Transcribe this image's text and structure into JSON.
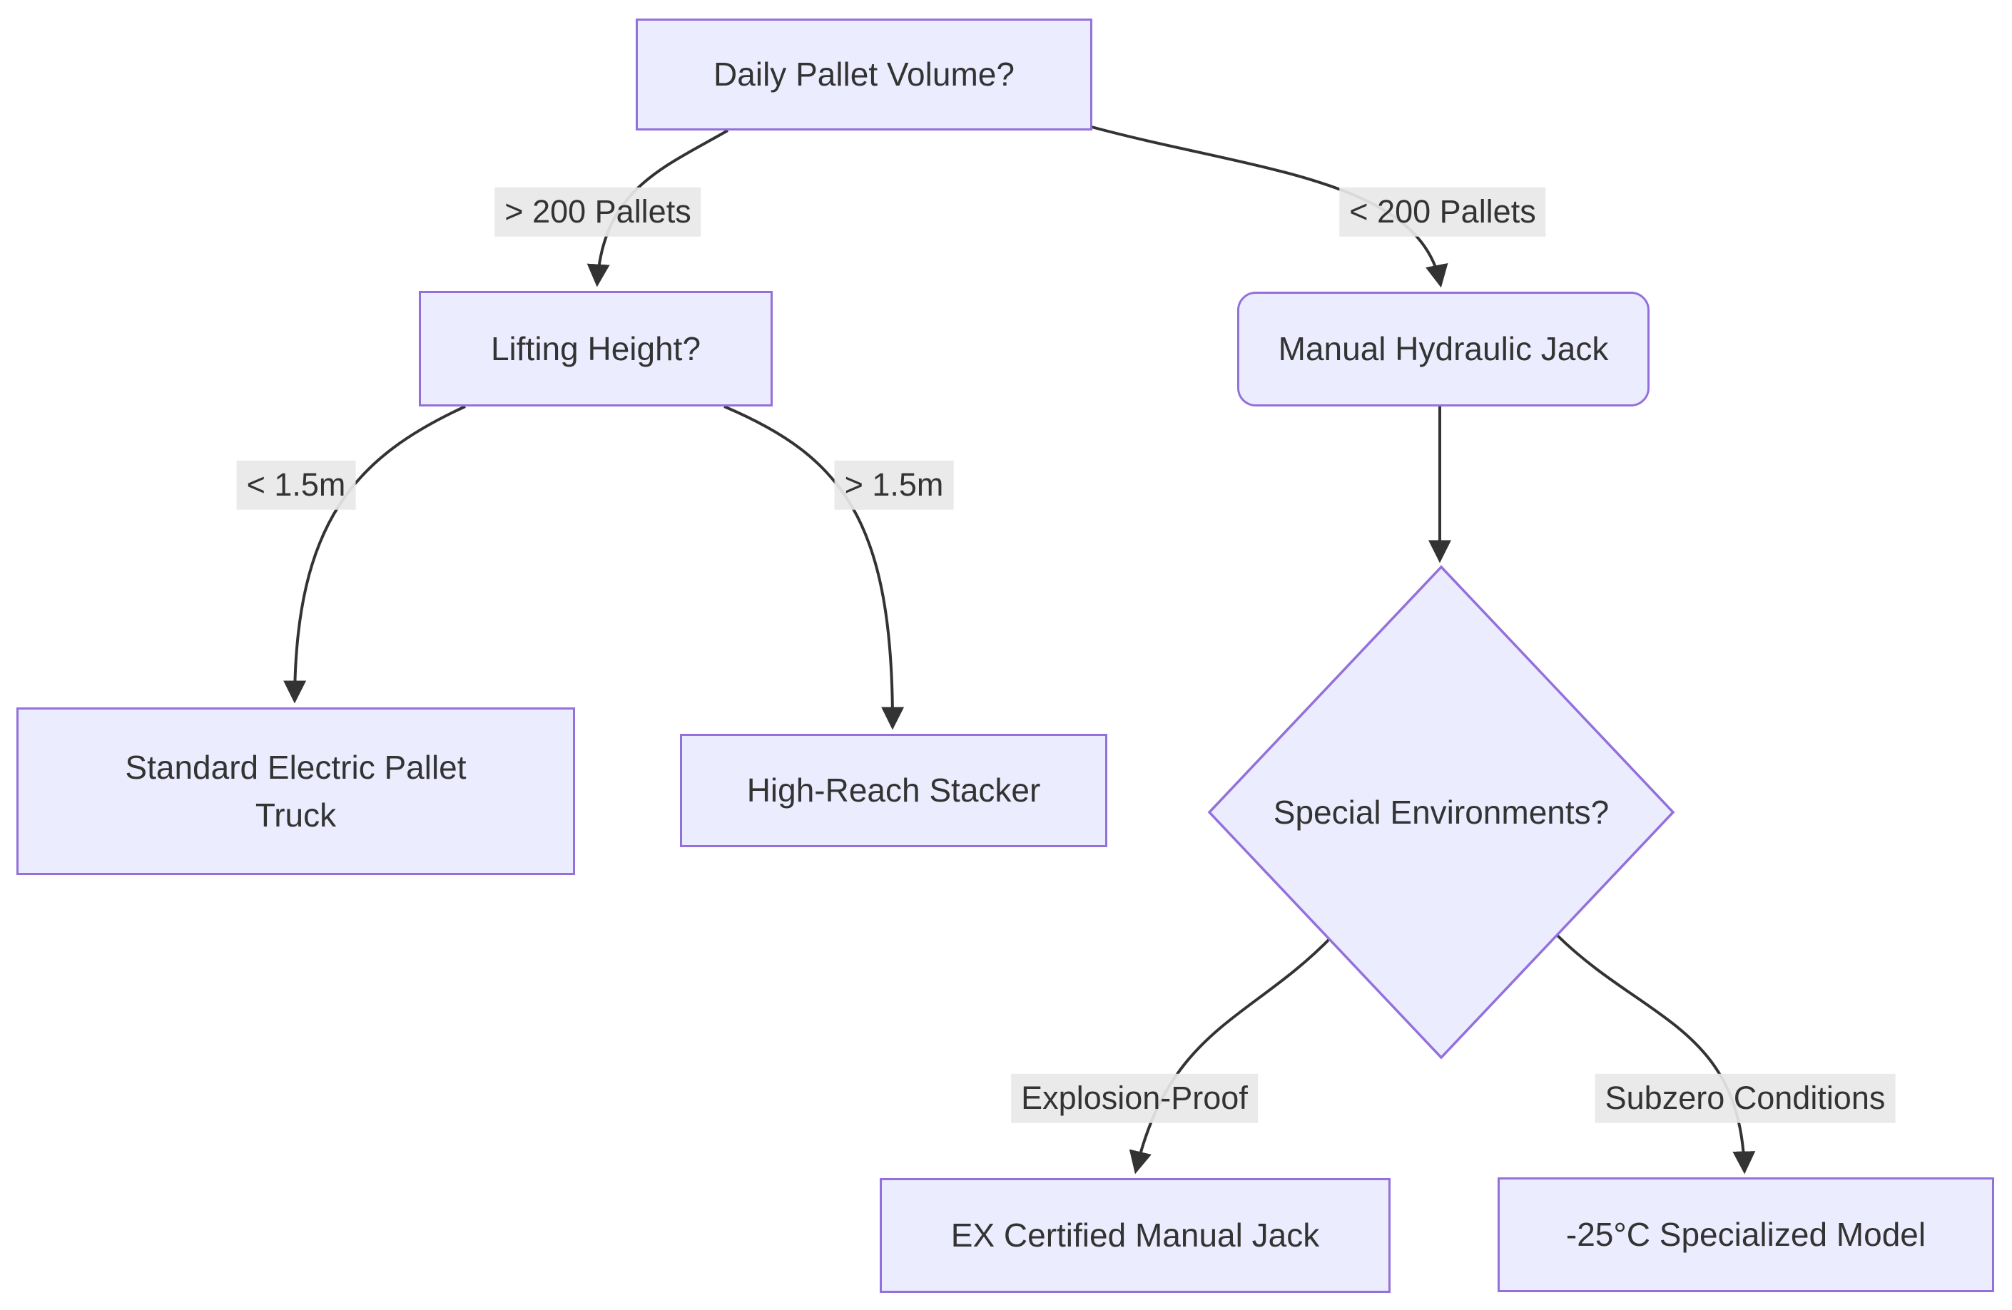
{
  "diagram": {
    "type": "flowchart-decision-tree",
    "title": "Pallet equipment selection flowchart",
    "nodes": [
      {
        "id": "volume",
        "label": "Daily Pallet Volume?",
        "shape": "rect"
      },
      {
        "id": "lifting",
        "label": "Lifting Height?",
        "shape": "rect"
      },
      {
        "id": "manual_jack",
        "label": "Manual Hydraulic Jack",
        "shape": "rounded-rect"
      },
      {
        "id": "standard",
        "label": "Standard Electric Pallet Truck",
        "shape": "rect"
      },
      {
        "id": "high_reach",
        "label": "High-Reach Stacker",
        "shape": "rect"
      },
      {
        "id": "special_env",
        "label": "Special Environments?",
        "shape": "diamond"
      },
      {
        "id": "ex_jack",
        "label": "EX Certified Manual Jack",
        "shape": "rect"
      },
      {
        "id": "subzero",
        "label": "-25°C Specialized Model",
        "shape": "rect"
      }
    ],
    "edges": [
      {
        "from": "volume",
        "to": "lifting",
        "label": "> 200 Pallets"
      },
      {
        "from": "volume",
        "to": "manual_jack",
        "label": "< 200 Pallets"
      },
      {
        "from": "lifting",
        "to": "standard",
        "label": "< 1.5m"
      },
      {
        "from": "lifting",
        "to": "high_reach",
        "label": "> 1.5m"
      },
      {
        "from": "manual_jack",
        "to": "special_env",
        "label": ""
      },
      {
        "from": "special_env",
        "to": "ex_jack",
        "label": "Explosion-Proof"
      },
      {
        "from": "special_env",
        "to": "subzero",
        "label": "Subzero Conditions"
      }
    ],
    "colors": {
      "node_fill": "#ECECFF",
      "node_border": "#9370DB",
      "node_text": "#333333",
      "edge_stroke": "#333333",
      "edge_label_bg": "#e8e8e8",
      "background": "#ffffff"
    }
  }
}
